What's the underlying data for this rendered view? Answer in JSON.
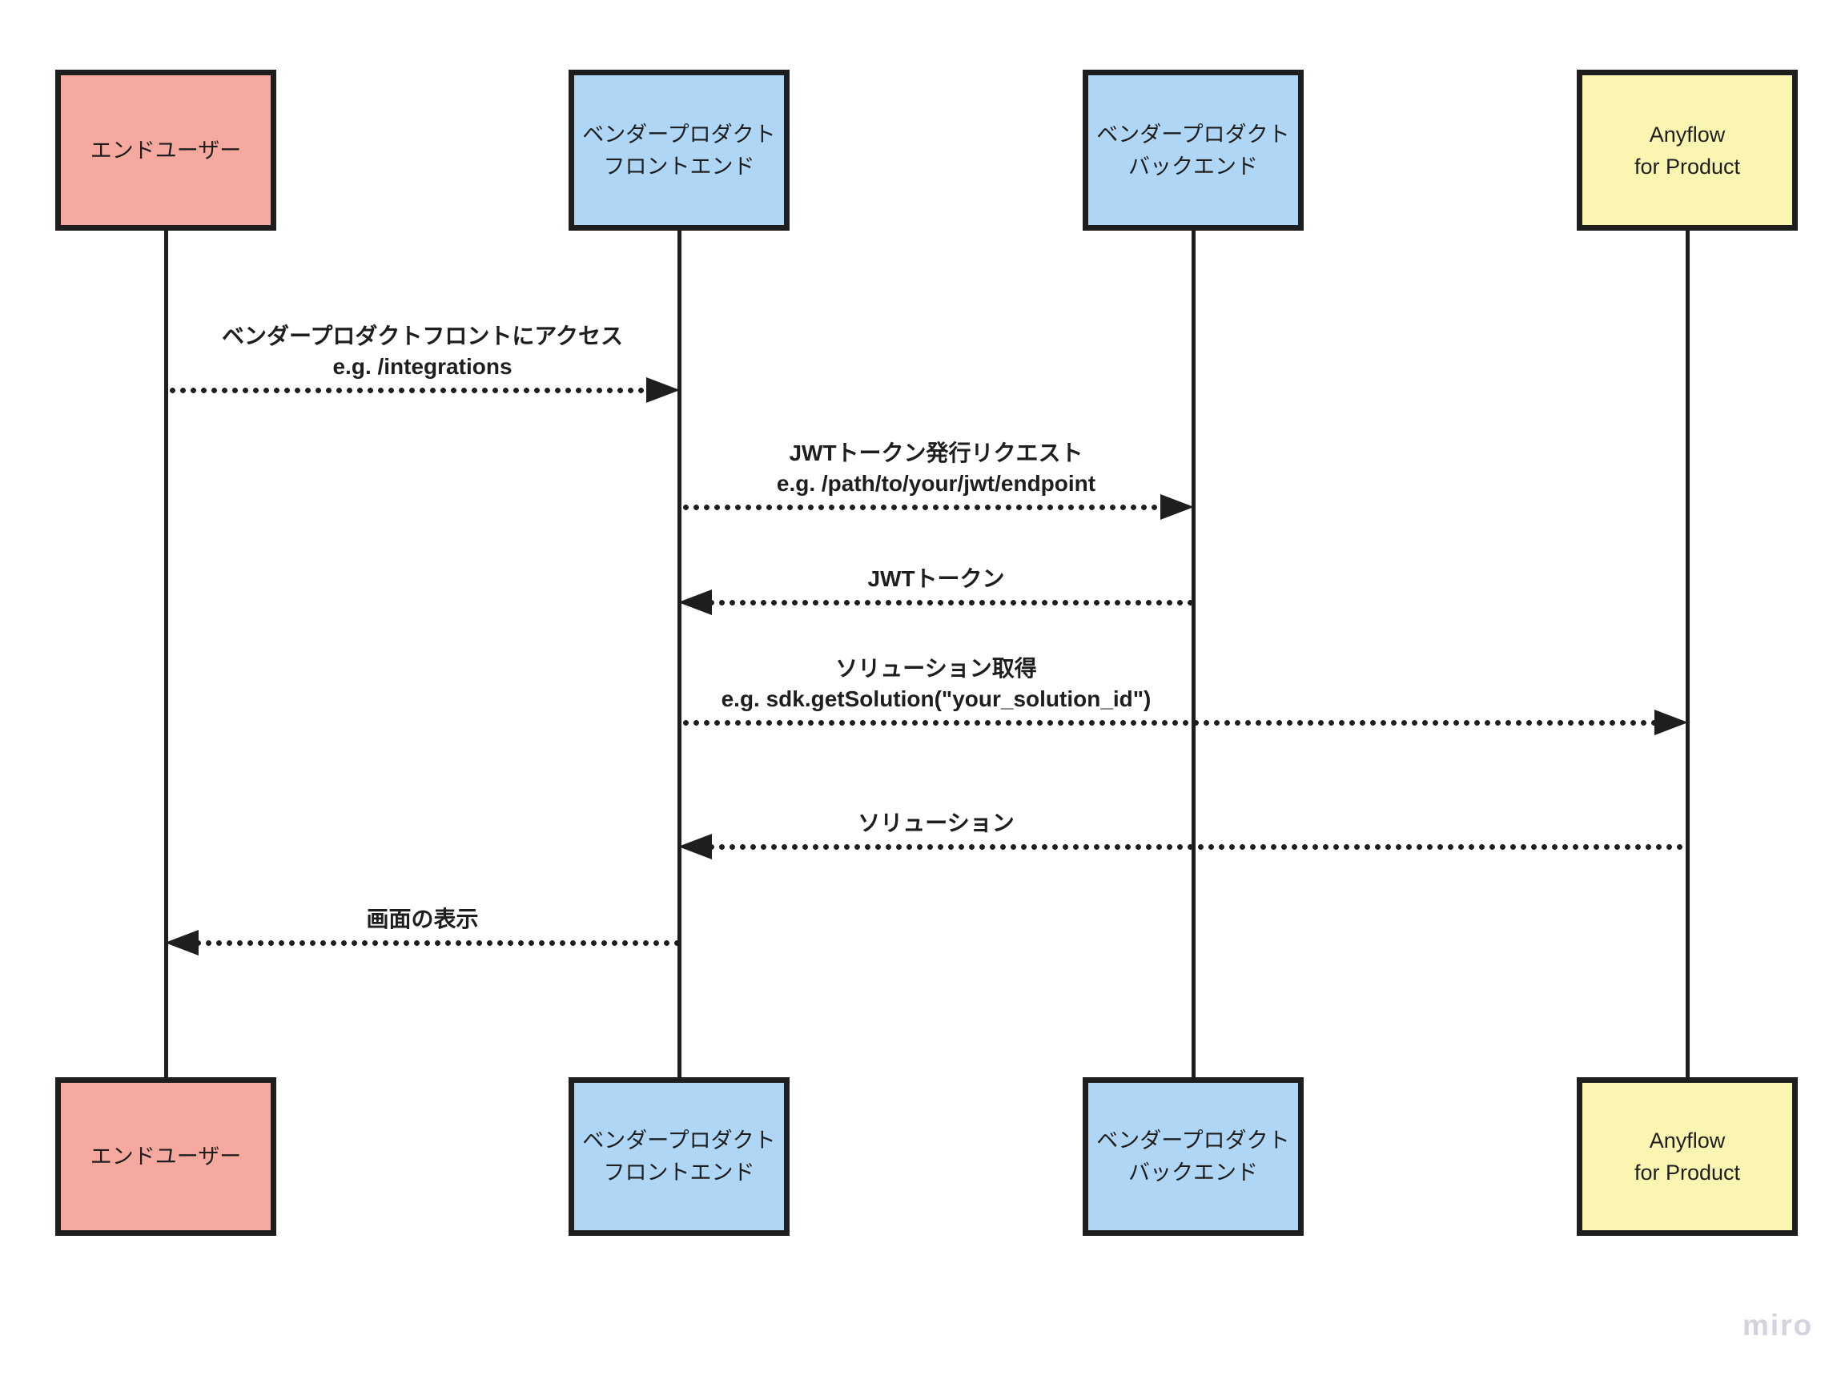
{
  "diagram": {
    "kind": "sequence-diagram",
    "actors": [
      {
        "id": "end-user",
        "line1": "エンドユーザー",
        "line2": "",
        "fill": "#F6A99F"
      },
      {
        "id": "vendor-frontend",
        "line1": "ベンダープロダクト",
        "line2": "フロントエンド",
        "fill": "#AFD7F5"
      },
      {
        "id": "vendor-backend",
        "line1": "ベンダープロダクト",
        "line2": "バックエンド",
        "fill": "#AFD7F5"
      },
      {
        "id": "anyflow",
        "line1": "Anyflow",
        "line2": "for Product",
        "fill": "#FAF5B0"
      }
    ],
    "messages": [
      {
        "from": "end-user",
        "to": "vendor-frontend",
        "direction": "right",
        "title": "ベンダープロダクトフロントにアクセス",
        "example": "e.g. /integrations"
      },
      {
        "from": "vendor-frontend",
        "to": "vendor-backend",
        "direction": "right",
        "title": "JWTトークン発行リクエスト",
        "example": "e.g. /path/to/your/jwt/endpoint"
      },
      {
        "from": "vendor-backend",
        "to": "vendor-frontend",
        "direction": "left",
        "title": "JWTトークン",
        "example": ""
      },
      {
        "from": "vendor-frontend",
        "to": "anyflow",
        "direction": "right",
        "title": "ソリューション取得",
        "example": "e.g. sdk.getSolution(\"your_solution_id\")"
      },
      {
        "from": "anyflow",
        "to": "vendor-frontend",
        "direction": "left",
        "title": "ソリューション",
        "example": ""
      },
      {
        "from": "vendor-frontend",
        "to": "end-user",
        "direction": "left",
        "title": "画面の表示",
        "example": ""
      }
    ],
    "colors": {
      "line": "#1e1e1e",
      "actor_pink": "#F6A99F",
      "actor_blue": "#AFD7F5",
      "actor_yellow": "#FAF5B0",
      "watermark": "#d3d3de"
    }
  },
  "watermark": {
    "label": "miro"
  }
}
